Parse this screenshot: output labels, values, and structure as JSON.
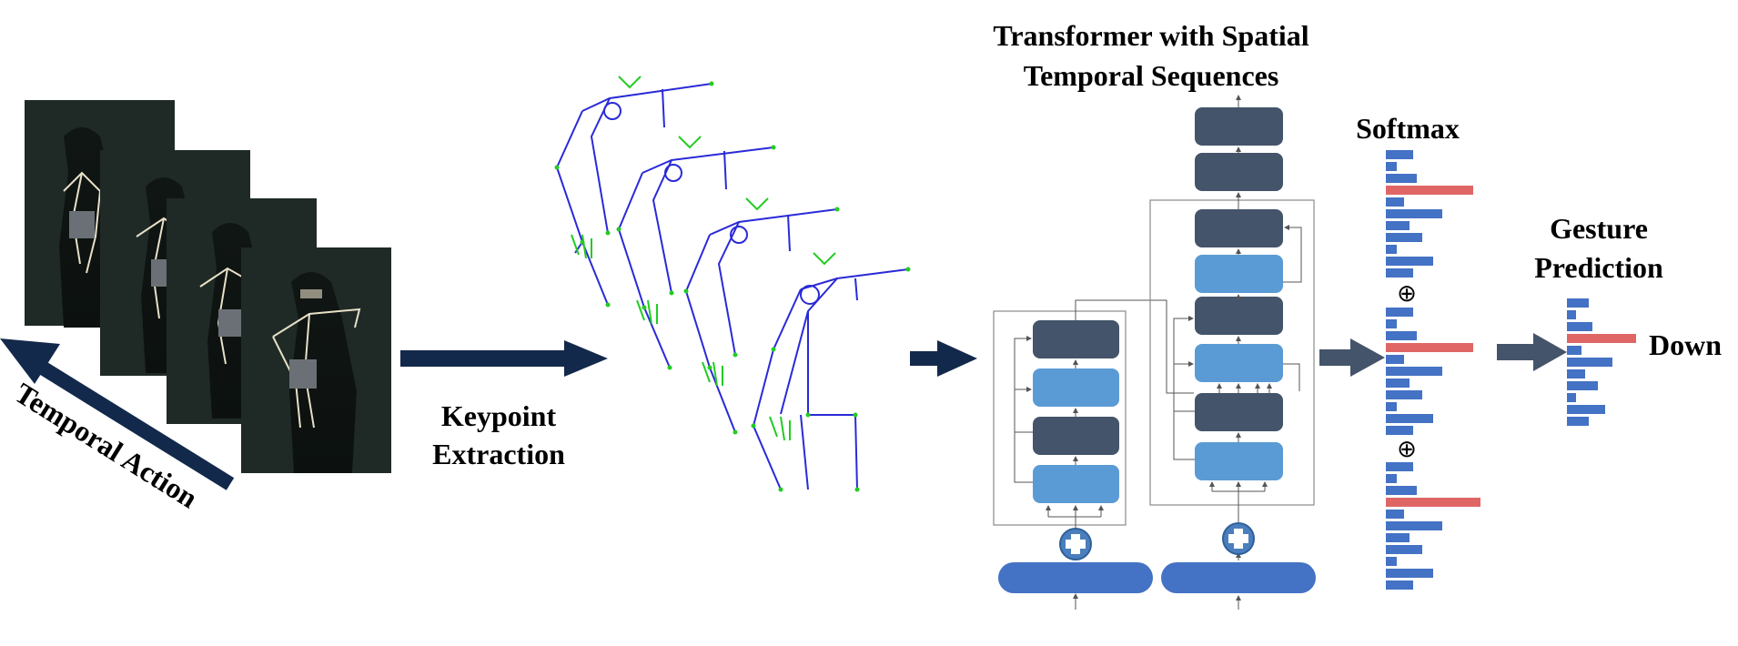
{
  "labels": {
    "temporal_action": "Temporal Action",
    "keypoint_line1": "Keypoint",
    "keypoint_line2": "Extraction",
    "transformer_line1": "Transformer with Spatial",
    "transformer_line2": "Temporal Sequences",
    "softmax": "Softmax",
    "gesture_line1": "Gesture",
    "gesture_line2": "Prediction",
    "prediction": "Down"
  },
  "colors": {
    "dark_block": "#44546a",
    "light_block": "#5b9bd5",
    "embed": "#4472c4",
    "bar_blue": "#4472c4",
    "bar_red": "#e06666",
    "arrow": "#13294b",
    "skeleton": "#2a2ad8",
    "joint": "#22cc22",
    "photo_bg": "#1f2a27"
  },
  "icons": {
    "sum": "circled-plus-icon",
    "add": "cross-icon"
  }
}
